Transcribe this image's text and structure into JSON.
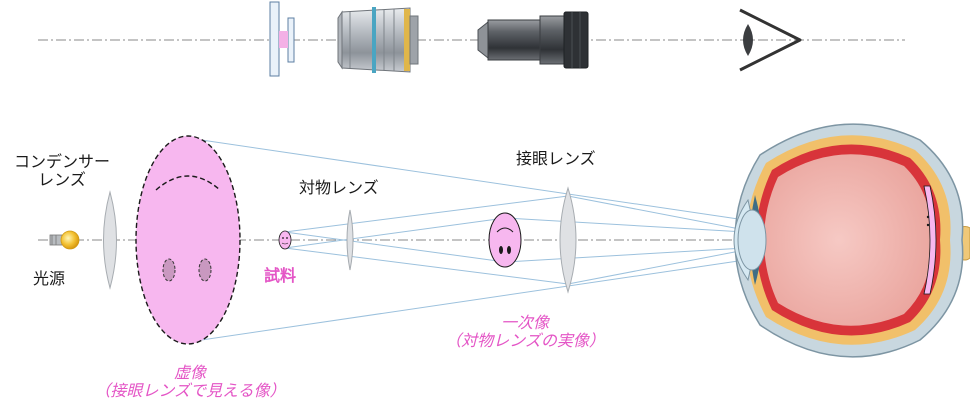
{
  "labels": {
    "condenser_line1": "コンデンサー",
    "condenser_line2": "レンズ",
    "light_source": "光源",
    "objective_lens": "対物レンズ",
    "specimen": "試料",
    "eyepiece_lens": "接眼レンズ",
    "primary_image_line1": "一次像",
    "primary_image_line2": "（対物レンズの実像）",
    "virtual_image_line1": "虚像",
    "virtual_image_line2": "（接眼レンズで見える像）"
  },
  "colors": {
    "image_fill": "#f7b7ef",
    "image_label": "#e455c6",
    "ray": "#9cc1dd",
    "lens": "#d9dbde",
    "bulb": "#f3c234",
    "eye_sclera": "#f2c7c0",
    "eye_choroid": "#d8343a",
    "eye_outer": "#c8d7df"
  },
  "icons": [
    "specimen-slide-icon",
    "objective-lens-icon",
    "eyepiece-tube-icon",
    "eye-icon",
    "light-bulb-icon",
    "eyeball-cross-section-icon"
  ]
}
